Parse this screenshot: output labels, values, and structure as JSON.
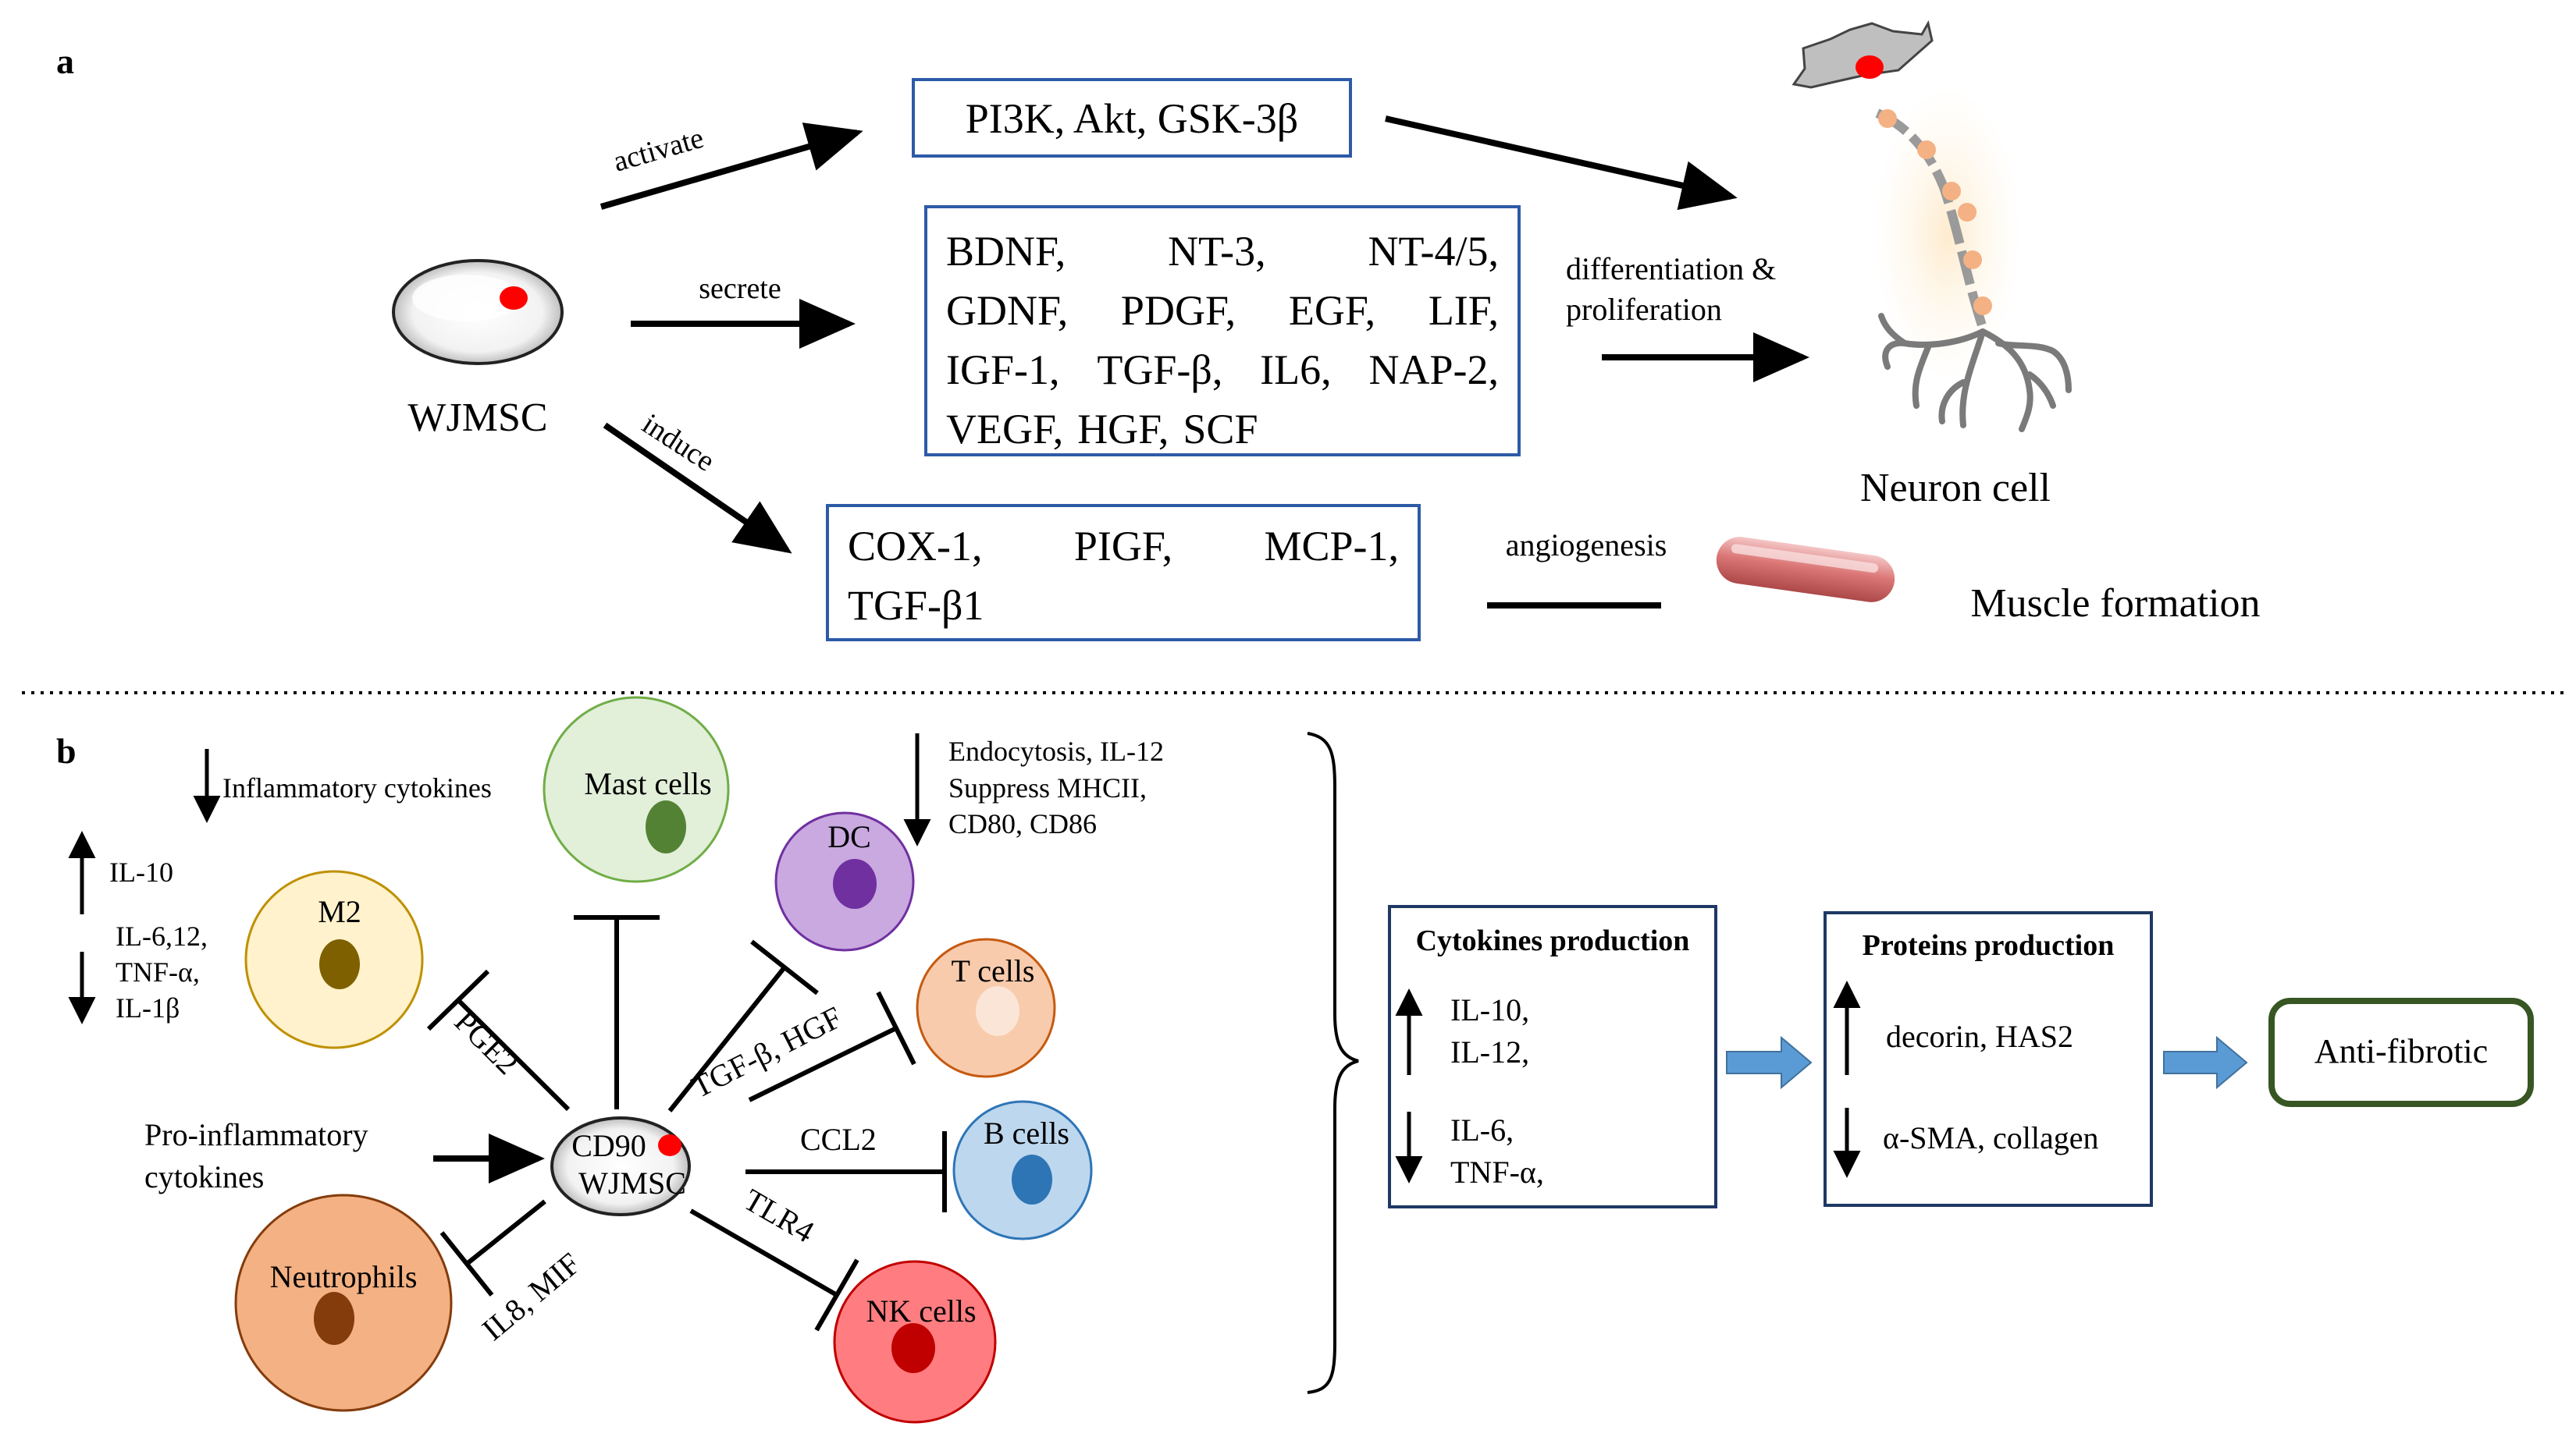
{
  "panel_a": {
    "label": "a",
    "source_label": "WJMSC",
    "arrow_labels": {
      "activate": "activate",
      "secrete": "secrete",
      "induce": "induce"
    },
    "box_signaling": "PI3K, Akt, GSK-3β",
    "box_factors_lines": [
      [
        "BDNF,",
        "NT-3,",
        "NT-4/5,"
      ],
      [
        "GDNF,",
        "PDGF,",
        "EGF,",
        "LIF,"
      ],
      [
        "IGF-1,",
        "TGF-β,",
        "IL6,",
        "NAP-2,"
      ],
      [
        "VEGF,",
        "HGF,",
        "SCF"
      ]
    ],
    "box_angio_lines": [
      [
        "COX-1,",
        "PIGF,",
        "MCP-1,"
      ],
      [
        "TGF-β1"
      ]
    ],
    "diff_label_line1": "differentiation &",
    "diff_label_line2": "proliferation",
    "angiogenesis_label": "angiogenesis",
    "neuron_label": "Neuron cell",
    "muscle_label": "Muscle formation"
  },
  "panel_b": {
    "label": "b",
    "center_line1": "CD90",
    "center_line2": "WJMSC",
    "input_line1": "Pro-inflammatory",
    "input_line2": "cytokines",
    "cells": {
      "mast": "Mast cells",
      "dc": "DC",
      "m2": "M2",
      "t": "T cells",
      "b": "B cells",
      "nk": "NK cells",
      "neutrophils": "Neutrophils"
    },
    "mediators": {
      "pge2": "PGE2",
      "tgf_hgf": "TGF-β, HGF",
      "ccl2": "CCL2",
      "tlr4": "TLR4",
      "il8_mif": "IL8, MIF"
    },
    "notes": {
      "mast_down": "Inflammatory cytokines",
      "m2_up": "IL-10",
      "m2_down_1": "IL-6,12,",
      "m2_down_2": "TNF-α,",
      "m2_down_3": "IL-1β",
      "dc_1": "Endocytosis, IL-12",
      "dc_2": "Suppress MHCII,",
      "dc_3": "CD80, CD86"
    },
    "cytokines_box": {
      "title": "Cytokines production",
      "up_1": "IL-10,",
      "up_2": "IL-12,",
      "down_1": "IL-6,",
      "down_2": "TNF-α,"
    },
    "proteins_box": {
      "title": "Proteins production",
      "up": "decorin, HAS2",
      "down": "α-SMA, collagen"
    },
    "outcome": "Anti-fibrotic"
  },
  "colors": {
    "box_border": "#2e5aa7",
    "dark_box_border": "#1f3864",
    "outcome_border": "#375623",
    "block_arrow": "#5b9bd5",
    "red_nucleus": "#ff0000"
  }
}
